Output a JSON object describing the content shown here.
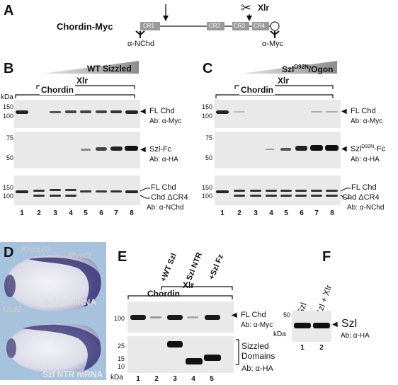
{
  "panel_a": {
    "letter": "A",
    "construct": "Chordin-Myc",
    "domains": [
      "CR1",
      "CR2",
      "CR3",
      "CR4"
    ],
    "antibody_left": "α-NChd",
    "antibody_right": "α-Myc",
    "xlr": "Xlr"
  },
  "panel_b": {
    "letter": "B",
    "gradient_label": "WT Sizzled",
    "xlr": "Xlr",
    "chordin": "Chordin",
    "kda": "kDa",
    "blot1": {
      "ticks": [
        "150",
        "100"
      ],
      "label": "FL Chd",
      "ab": "Ab: α-Myc"
    },
    "blot2": {
      "ticks": [
        "75",
        "50"
      ],
      "label": "Szl-Fc",
      "ab": "Ab: α-HA"
    },
    "blot3": {
      "ticks": [
        "150",
        "100"
      ],
      "label1": "FL Chd",
      "label2": "Chd ΔCR4",
      "ab": "Ab: α-NChd"
    },
    "lanes": [
      "1",
      "2",
      "3",
      "4",
      "5",
      "6",
      "7",
      "8"
    ]
  },
  "panel_c": {
    "letter": "C",
    "gradient_label": "Szl",
    "gradient_sup": "D92N",
    "gradient_suffix": "/Ogon",
    "xlr": "Xlr",
    "chordin": "Chordin",
    "blot1": {
      "ticks": [
        "150",
        "100"
      ],
      "label": "FL Chd",
      "ab": "Ab: α-Myc"
    },
    "blot2": {
      "ticks": [
        "75",
        "50"
      ],
      "label_a": "Szl",
      "label_sup": "D92N",
      "label_b": "-Fc",
      "ab": "Ab: α-HA"
    },
    "blot3": {
      "ticks": [
        "150",
        "100"
      ],
      "label1": "FL Chd",
      "label2": "Chd ΔCR4",
      "ab": "Ab: α-NChd"
    },
    "lanes": [
      "1",
      "2",
      "3",
      "4",
      "5",
      "6",
      "7",
      "8"
    ]
  },
  "panel_d": {
    "letter": "D",
    "markers": [
      "Krox20",
      "MyoD",
      "Otx2"
    ],
    "top_caption": "Szl Fz mRNA",
    "bottom_caption": "Szl NTR mRNA"
  },
  "panel_e": {
    "letter": "E",
    "xlr": "Xlr",
    "chordin": "Chordin",
    "conditions": [
      "+WT Szl",
      "+Szl NTR",
      "+Szl Fz"
    ],
    "blot1": {
      "ticks": [
        "100"
      ],
      "label": "FL Chd",
      "ab": "Ab: α-Myc"
    },
    "blot2": {
      "ticks": [
        "25",
        "15",
        "10"
      ],
      "label1": "Sizzled",
      "label2": "Domains",
      "ab": "Ab: α-HA"
    },
    "kda": "kDa",
    "lanes": [
      "1",
      "2",
      "3",
      "4",
      "5"
    ]
  },
  "panel_f": {
    "letter": "F",
    "conditions": [
      "Szl",
      "Szl + Xlr"
    ],
    "tick": "50",
    "kda": "kDa",
    "label": "Szl",
    "ab": "Ab: α-HA",
    "lanes": [
      "1",
      "2"
    ]
  }
}
